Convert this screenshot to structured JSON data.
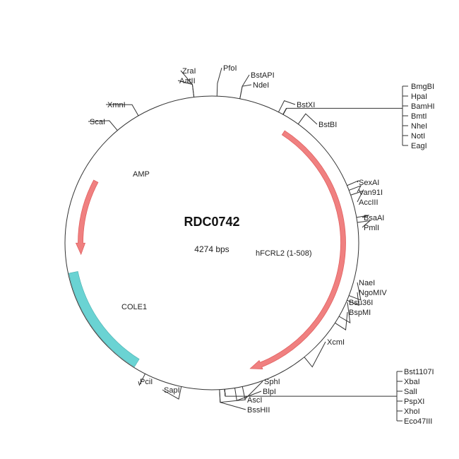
{
  "plasmid": {
    "name": "RDC0742",
    "size_label": "4274 bps",
    "total_bp": 4274
  },
  "colors": {
    "backbone": "#333333",
    "cds": "#e06060",
    "cds_fill": "#f08080",
    "origin": "#6ad3d3",
    "text": "#222222"
  },
  "features": [
    {
      "label": "AMP",
      "type": "arrow",
      "start_deg": -62,
      "end_deg": -95
    },
    {
      "label": "hFCRL2 (1-508)",
      "type": "arrow",
      "start_deg": 33,
      "end_deg": 163
    },
    {
      "label": "COLE1",
      "type": "block",
      "start_deg": 212,
      "end_deg": 258
    }
  ],
  "sites": [
    {
      "label": "ZraI",
      "deg": -7
    },
    {
      "label": "AatII",
      "deg": -7
    },
    {
      "label": "PfoI",
      "deg": 2
    },
    {
      "label": "BstAPI",
      "deg": 11
    },
    {
      "label": "NdeI",
      "deg": 11
    },
    {
      "label": "BstXI",
      "deg": 27
    },
    {
      "label": "BstBI",
      "deg": 36
    },
    {
      "label": "BmgBI",
      "deg": 29
    },
    {
      "label": "HpaI",
      "deg": 29
    },
    {
      "label": "BamHI",
      "deg": 29
    },
    {
      "label": "BmtI",
      "deg": 29
    },
    {
      "label": "NheI",
      "deg": 29
    },
    {
      "label": "NotI",
      "deg": 29
    },
    {
      "label": "EagI",
      "deg": 29
    },
    {
      "label": "SexAI",
      "deg": 67
    },
    {
      "label": "Van91I",
      "deg": 69
    },
    {
      "label": "AccIII",
      "deg": 71
    },
    {
      "label": "BsaAI",
      "deg": 80
    },
    {
      "label": "PmlI",
      "deg": 82
    },
    {
      "label": "NaeI",
      "deg": 111
    },
    {
      "label": "NgoMIV",
      "deg": 113
    },
    {
      "label": "Bsu36I",
      "deg": 120
    },
    {
      "label": "BspMI",
      "deg": 123
    },
    {
      "label": "XcmI",
      "deg": 141
    },
    {
      "label": "SphI",
      "deg": 168
    },
    {
      "label": "BlpI",
      "deg": 171
    },
    {
      "label": "Bst1107I",
      "deg": 175
    },
    {
      "label": "XbaI",
      "deg": 175
    },
    {
      "label": "SalI",
      "deg": 175
    },
    {
      "label": "PspXI",
      "deg": 175
    },
    {
      "label": "XhoI",
      "deg": 175
    },
    {
      "label": "Eco47III",
      "deg": 175
    },
    {
      "label": "AscI",
      "deg": 177
    },
    {
      "label": "BssHII",
      "deg": 177
    },
    {
      "label": "SapI",
      "deg": 192
    },
    {
      "label": "PciI",
      "deg": 207
    },
    {
      "label": "ScaI",
      "deg": -40
    },
    {
      "label": "XmnI",
      "deg": -30
    }
  ]
}
